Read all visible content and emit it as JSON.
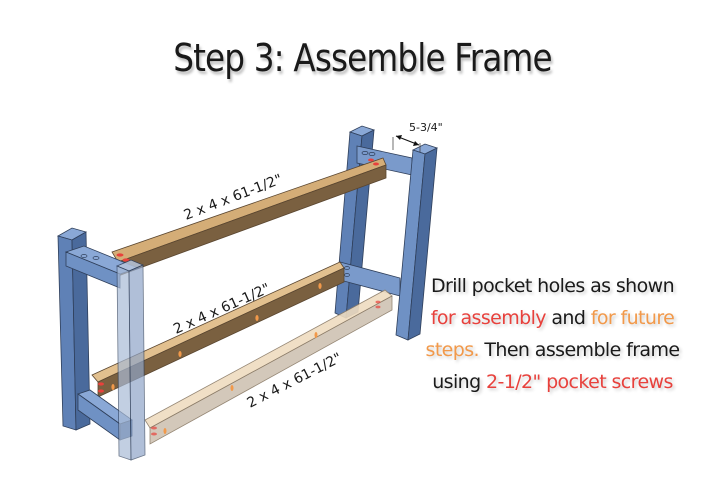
{
  "title": "Step 3: Assemble Frame",
  "dimensions": {
    "depth": "5-3/4\"",
    "board_top": "2 x 4 x 61-1/2\"",
    "board_middle": "2 x 4 x 61-1/2\"",
    "board_bottom": "2 x 4 x 61-1/2\""
  },
  "instructions": {
    "line1": "Drill pocket holes as shown",
    "red1": "for assembly",
    "and": " and ",
    "orange1": "for future",
    "orange2": "steps.",
    "line3_rest": " Then assemble frame",
    "using": "using ",
    "red2": "2-1/2\" pocket screws"
  },
  "colors": {
    "frame_blue": "#6f91c4",
    "frame_blue_dark": "#4a6a9c",
    "wood": "#c9a26d",
    "wood_dark": "#7a6040",
    "assembly_holes": "#e8413c",
    "future_holes": "#f2994a"
  }
}
